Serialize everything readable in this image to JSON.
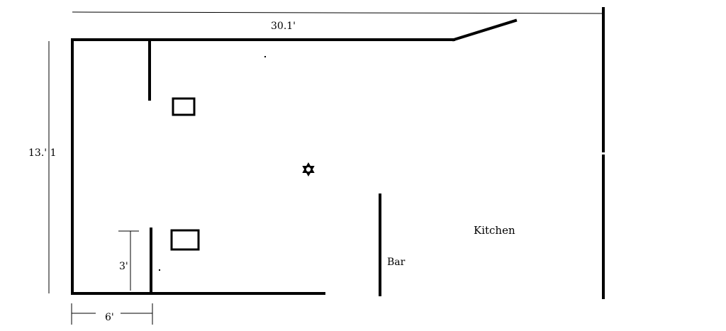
{
  "dimensions": {
    "width_label": "30.1'",
    "height_label": "13.' 1",
    "door_width_label": "6'",
    "door_height_label": "3'"
  },
  "rooms": {
    "kitchen_label": "Kitchen",
    "bar_label": "Bar"
  },
  "colors": {
    "wall": "#000000",
    "dimension_line": "#000000",
    "background": "#ffffff"
  },
  "icons": {
    "center_marker": "star-of-david-icon"
  }
}
